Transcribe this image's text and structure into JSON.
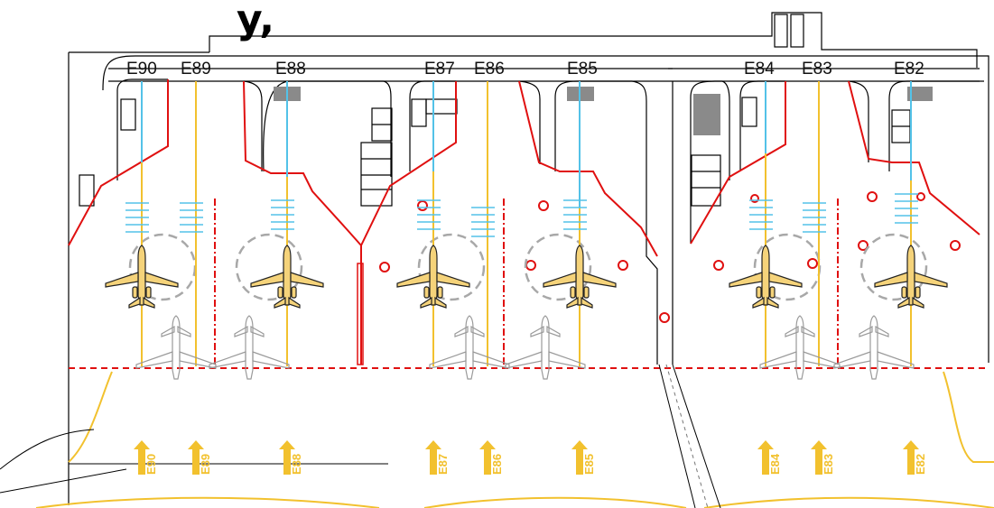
{
  "title_fragment": "y,",
  "colors": {
    "building": "#000000",
    "safety_line": "#e01010",
    "guide_line": "#f2c12e",
    "lead_in": "#53c2e8",
    "aircraft_gray": "#9a9a9a",
    "clearance_circle": "#a8a8a8"
  },
  "gates": [
    {
      "id": "E90",
      "label": "E90",
      "stand_text": "E90"
    },
    {
      "id": "E89",
      "label": "E89",
      "stand_text": "E89"
    },
    {
      "id": "E88",
      "label": "E88",
      "stand_text": "E88"
    },
    {
      "id": "E87",
      "label": "E87",
      "stand_text": "E87"
    },
    {
      "id": "E86",
      "label": "E86",
      "stand_text": "E86"
    },
    {
      "id": "E85",
      "label": "E85",
      "stand_text": "E85"
    },
    {
      "id": "E84",
      "label": "E84",
      "stand_text": "E84"
    },
    {
      "id": "E83",
      "label": "E83",
      "stand_text": "E83"
    },
    {
      "id": "E82",
      "label": "E82",
      "stand_text": "E82"
    }
  ],
  "aircraft_icon": "regional-jet-icon",
  "arrow_icon": "stand-arrow-icon"
}
